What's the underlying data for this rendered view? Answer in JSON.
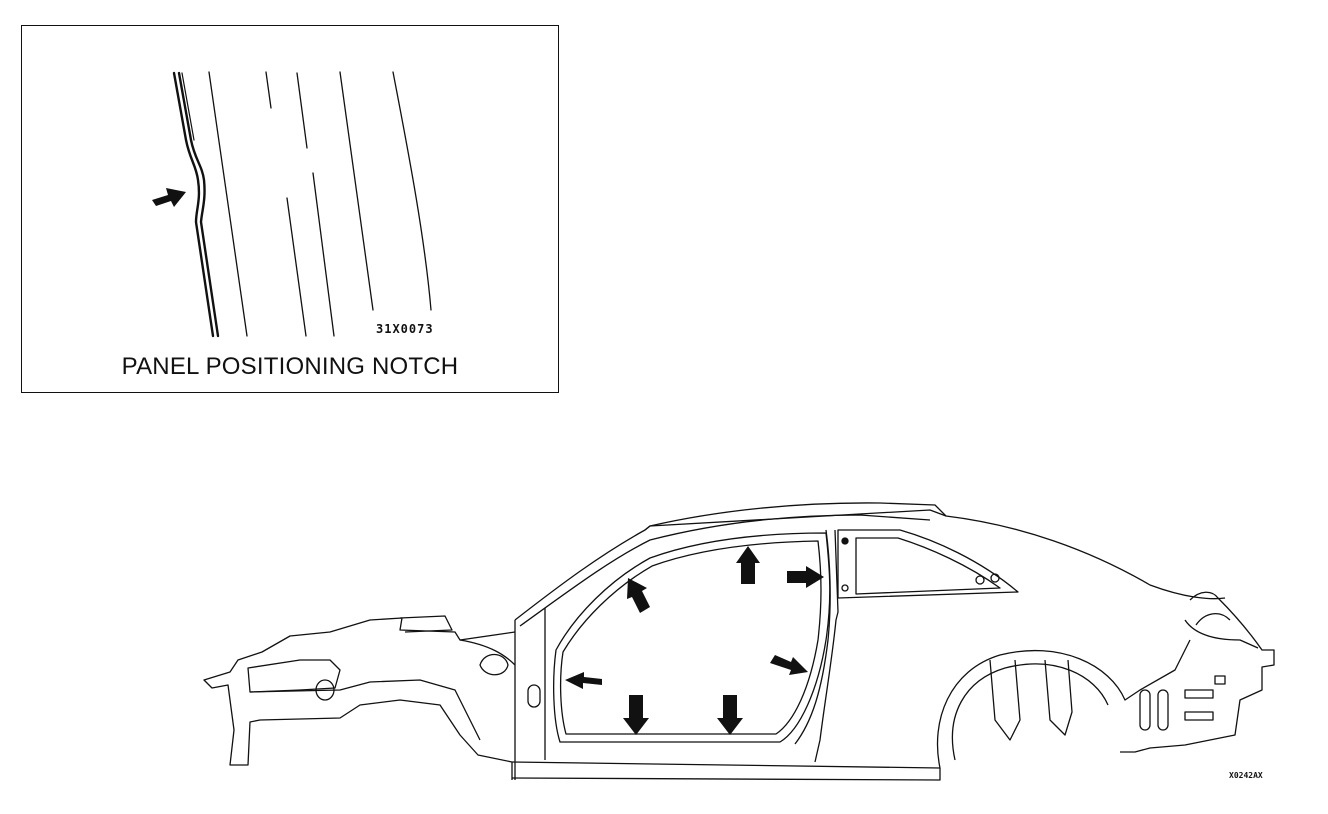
{
  "inset": {
    "title": "PANEL POSITIONING NOTCH",
    "code": "31X0073"
  },
  "figure": {
    "code": "X0242AX"
  },
  "icons": {
    "arrow": "arrow-icon"
  }
}
